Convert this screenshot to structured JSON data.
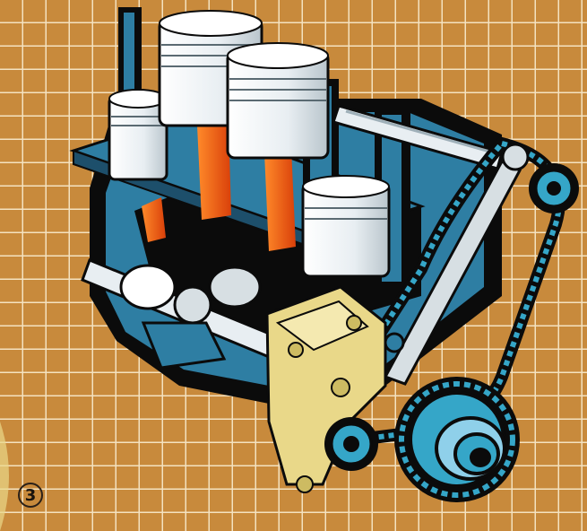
{
  "figure": {
    "number": "3"
  },
  "colors": {
    "background": "#c88a3c",
    "grid_line": "#f4e2c0",
    "block": "#2e7ea3",
    "block_dark": "#1d4f6b",
    "piston": "#e8eef2",
    "combustion": "#f05a14",
    "pump": "#e9d889",
    "chain": "#35a6c8",
    "outline": "#0b0b0b"
  },
  "icons": [
    "engine-block",
    "piston",
    "crankshaft",
    "timing-chain",
    "sprocket",
    "oil-pump"
  ]
}
